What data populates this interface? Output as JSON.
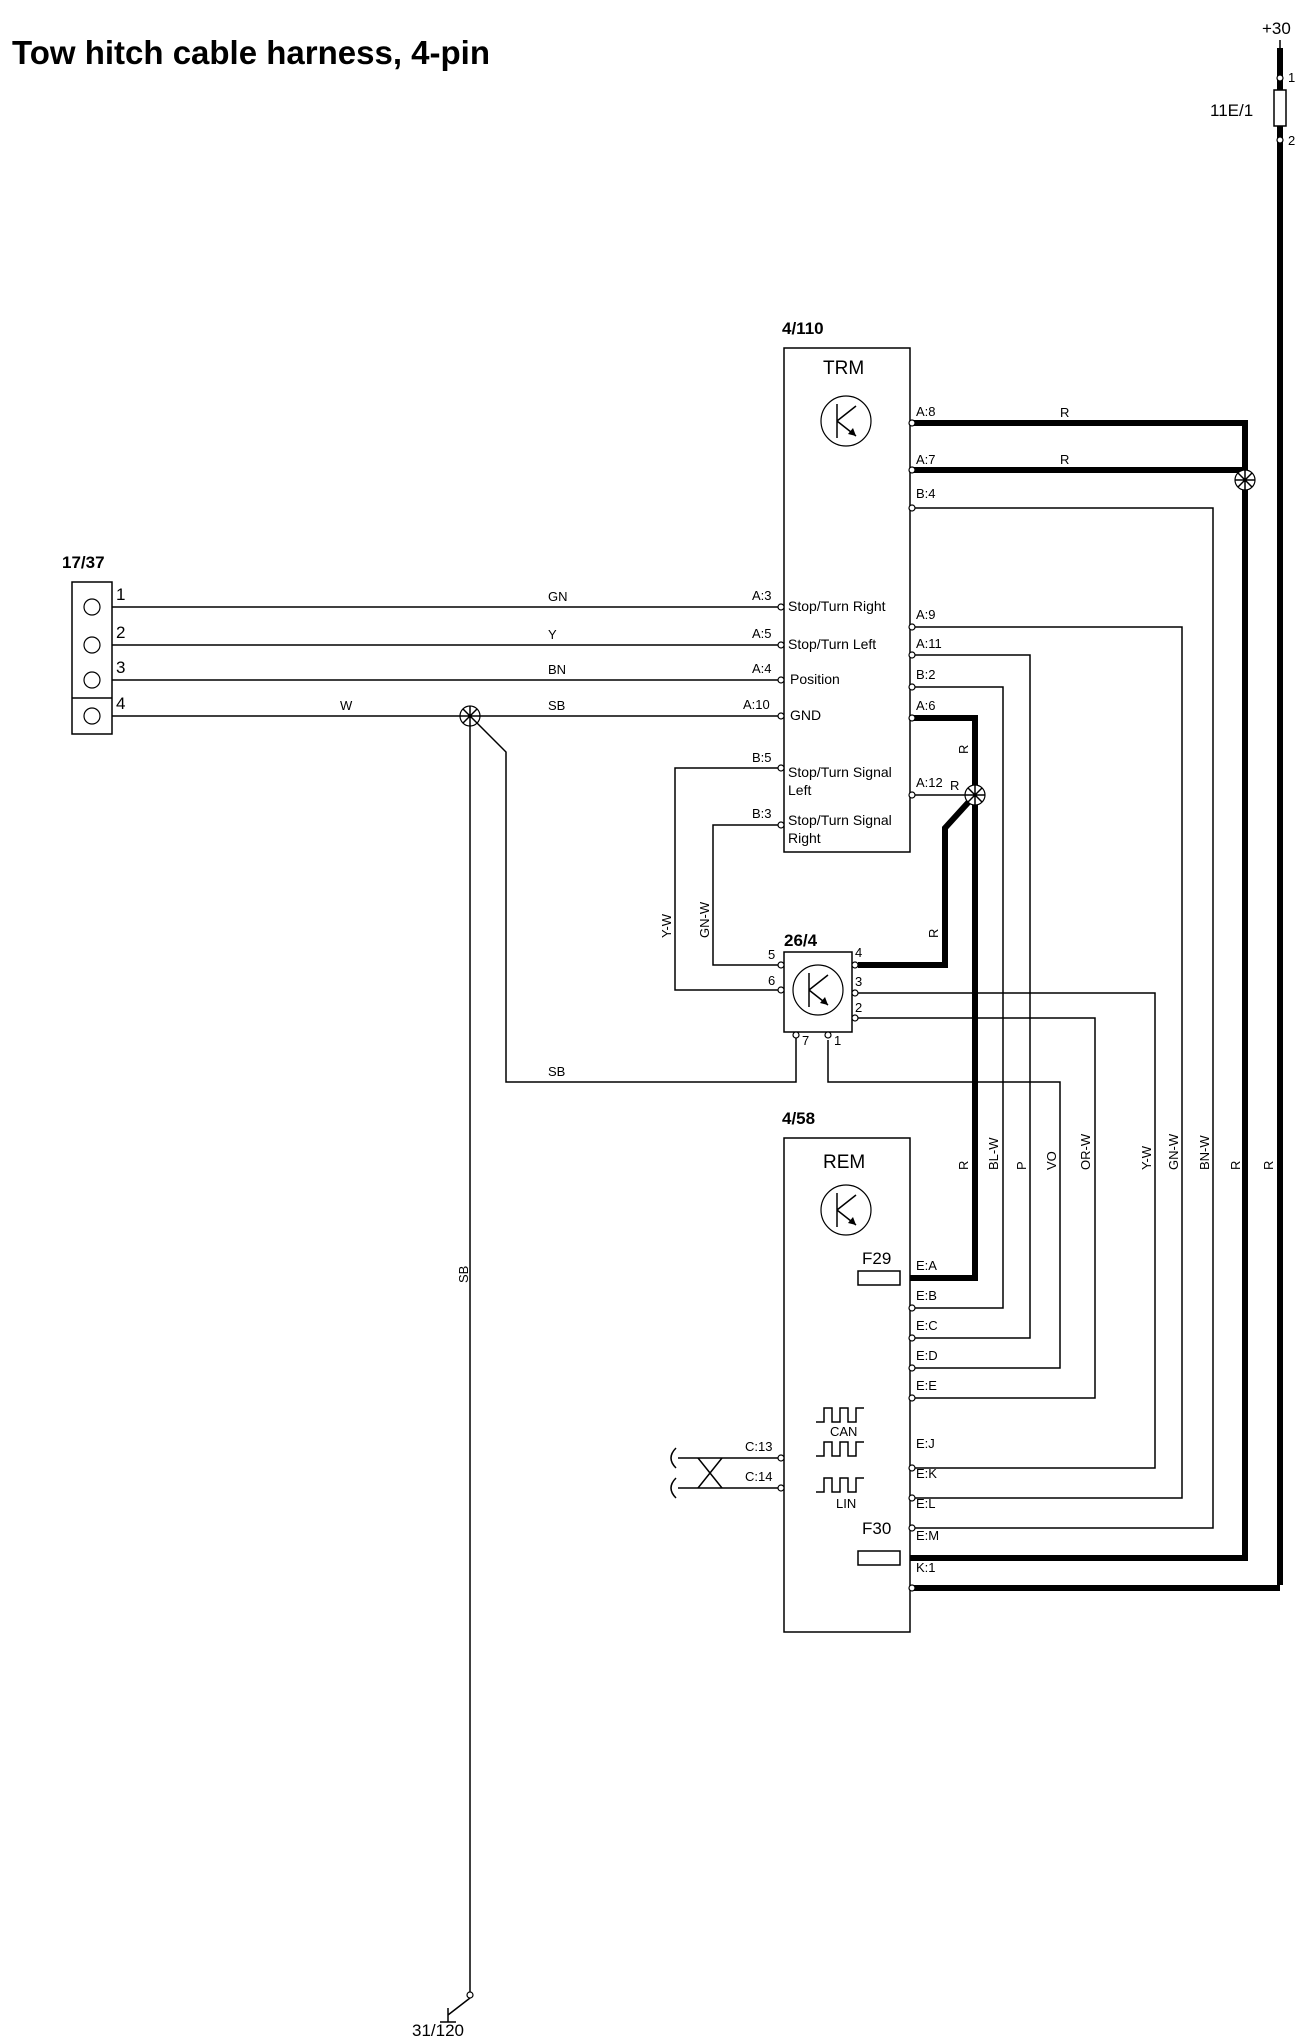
{
  "title": "Tow hitch cable harness, 4-pin",
  "power": {
    "label": "+30",
    "fuse": "11E/1",
    "pin_top": "1",
    "pin_bottom": "2"
  },
  "connector_1737": {
    "id": "17/37",
    "pins": [
      "1",
      "2",
      "3",
      "4"
    ]
  },
  "trm": {
    "id": "4/110",
    "name": "TRM",
    "left_pins": [
      "A:3",
      "A:5",
      "A:4",
      "A:10",
      "B:5",
      "B:3"
    ],
    "signals": [
      "Stop/Turn Right",
      "Stop/Turn Left",
      "Position",
      "GND",
      "Stop/Turn Signal",
      "Left",
      "Stop/Turn Signal",
      "Right"
    ],
    "right_pins": [
      "A:8",
      "A:7",
      "B:4",
      "A:9",
      "A:11",
      "B:2",
      "A:6",
      "A:12"
    ]
  },
  "relay": {
    "id": "26/4",
    "pins": [
      "5",
      "6",
      "4",
      "3",
      "2",
      "7",
      "1"
    ]
  },
  "rem": {
    "id": "4/58",
    "name": "REM",
    "fuses": [
      "F29",
      "F30"
    ],
    "right_pins": [
      "E:A",
      "E:B",
      "E:C",
      "E:D",
      "E:E",
      "E:J",
      "E:K",
      "E:L",
      "E:M",
      "K:1"
    ],
    "left_pins": [
      "C:13",
      "C:14"
    ],
    "bus_labels": [
      "CAN",
      "LIN"
    ]
  },
  "ground": {
    "id": "31/120"
  },
  "wire_labels": {
    "gn": "GN",
    "y": "Y",
    "bn": "BN",
    "w": "W",
    "sb": "SB",
    "r": "R",
    "yw": "Y-W",
    "gnw": "GN-W",
    "blw": "BL-W",
    "p": "P",
    "vo": "VO",
    "orw": "OR-W",
    "bnw": "BN-W"
  },
  "colors": {
    "line": "#000000",
    "background": "#ffffff"
  }
}
